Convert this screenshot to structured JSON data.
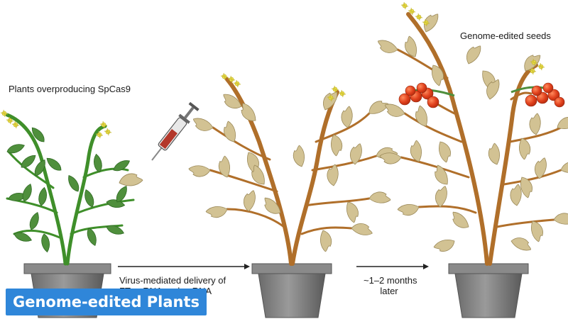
{
  "labels": {
    "plants_overproducing": "Plants overproducing SpCas9",
    "genome_edited_seeds": "Genome-edited seeds",
    "virus_delivery_line1": "Virus-mediated delivery of",
    "virus_delivery_line2": "FT-sgRNA and sgRNA",
    "time_line1": "~1–2 months",
    "time_line2": "later"
  },
  "caption": "Genome-edited Plants",
  "colors": {
    "caption_bg": "#2f86d9",
    "green_plant": "#3f8f2a",
    "green_leaf": "#4f8f3c",
    "brown_stem": "#b06f2a",
    "tan_leaf": "#d2c293",
    "tomato": "#e0401c",
    "flower": "#f2e64a",
    "pot": "#7a7a7a",
    "syringe_fluid": "#b3372a"
  }
}
